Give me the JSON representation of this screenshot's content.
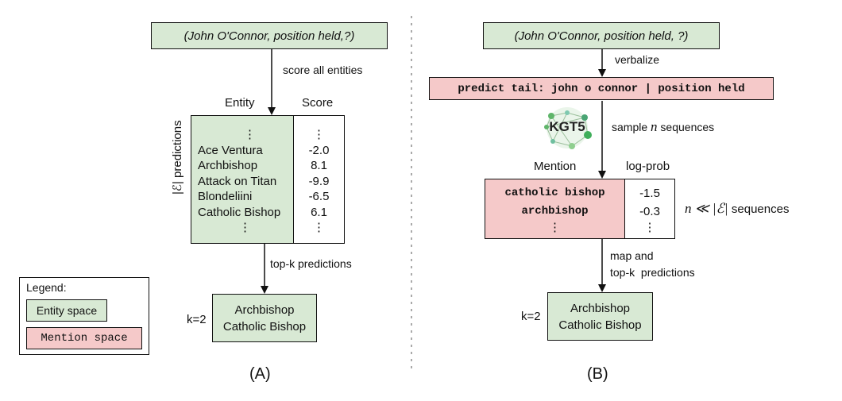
{
  "left": {
    "query": "(John O'Connor, position held,?)",
    "step1_label": "score all entities",
    "col_entity": "Entity",
    "col_score": "Score",
    "rows": [
      {
        "entity": "⋮",
        "score": "⋮"
      },
      {
        "entity": "Ace Ventura",
        "score": "-2.0"
      },
      {
        "entity": "Archbishop",
        "score": "8.1"
      },
      {
        "entity": "Attack on Titan",
        "score": "-9.9"
      },
      {
        "entity": "Blondeliini",
        "score": "-6.5"
      },
      {
        "entity": "Catholic Bishop",
        "score": "6.1"
      },
      {
        "entity": "⋮",
        "score": "⋮"
      }
    ],
    "side_label": "|ℰ| predictions",
    "step2_label": "top-k predictions",
    "k_label": "k=2",
    "results": [
      "Archbishop",
      "Catholic Bishop"
    ],
    "caption": "(A)"
  },
  "legend": {
    "title": "Legend:",
    "entity_space": "Entity space",
    "mention_space": "Mention space"
  },
  "right": {
    "query": "(John O'Connor, position held, ?)",
    "step1_label": "verbalize",
    "prompt": "predict tail: john o connor | position held",
    "logo_text": "KGT5",
    "sample_label_prefix": "sample",
    "sample_label_var": "n",
    "sample_label_suffix": "sequences",
    "col_mention": "Mention",
    "col_logprob": "log-prob",
    "rows": [
      {
        "mention": "catholic bishop",
        "logprob": "-1.5"
      },
      {
        "mention": "archbishop",
        "logprob": "-0.3"
      },
      {
        "mention": "⋮",
        "logprob": "⋮"
      }
    ],
    "side_label_math": "n ≪ |ℰ|",
    "side_label_text": "sequences",
    "step2_line1": "map and",
    "step2_line2": "top-k  predictions",
    "k_label": "k=2",
    "results": [
      "Archbishop",
      "Catholic Bishop"
    ],
    "caption": "(B)"
  },
  "colors": {
    "entity_green": "#d8e9d4",
    "mention_pink": "#f5c9c9",
    "divider": "#aaaaaa"
  }
}
